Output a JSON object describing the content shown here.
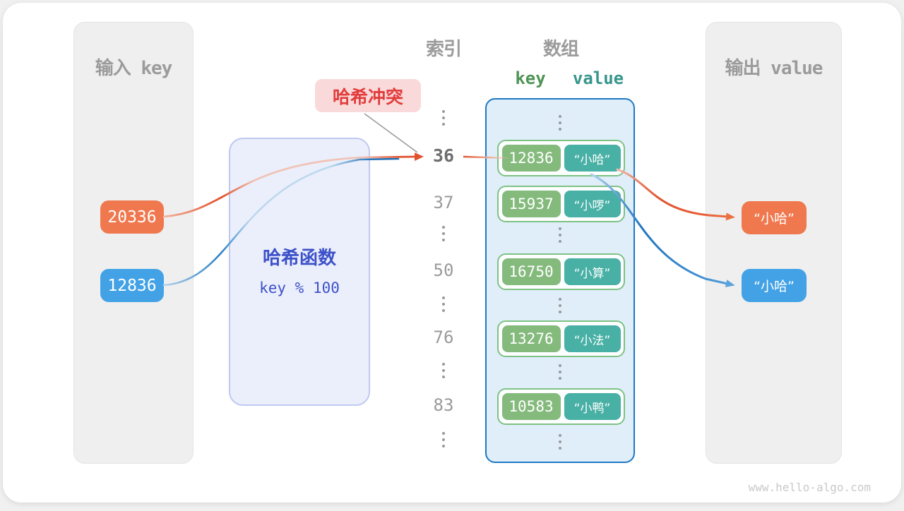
{
  "input_panel": {
    "title": "输入 key",
    "keys": [
      {
        "label": "20336",
        "color": "#f0784f"
      },
      {
        "label": "12836",
        "color": "#43a2e6"
      }
    ]
  },
  "hash_box": {
    "title": "哈希函数",
    "formula": "key % 100"
  },
  "collision_label": {
    "text": "哈希冲突"
  },
  "headers": {
    "index": "索引",
    "array": "数组",
    "key": "key",
    "value": "value"
  },
  "index_column": {
    "values": [
      "36",
      "37",
      "50",
      "76",
      "83"
    ],
    "highlighted": "36"
  },
  "array_panel": {
    "pairs": [
      {
        "key": "12836",
        "value": "“小哈”"
      },
      {
        "key": "15937",
        "value": "“小啰”"
      },
      {
        "key": "16750",
        "value": "“小算”"
      },
      {
        "key": "13276",
        "value": "“小法”"
      },
      {
        "key": "10583",
        "value": "“小鸭”"
      }
    ]
  },
  "output_panel": {
    "title": "输出 value",
    "values": [
      {
        "label": "“小哈”",
        "color": "#f0784f"
      },
      {
        "label": "“小哈”",
        "color": "#43a2e6"
      }
    ]
  },
  "watermark": {
    "text": "www.hello-algo.com"
  },
  "colors": {
    "orange_chip": "#f0784f",
    "blue_chip": "#43a2e6",
    "orange_line": "#e0512d",
    "blue_line": "#1f73bb",
    "key_green": "#85ba7d",
    "value_teal": "#48b0a5",
    "pair_border": "#7dc283",
    "array_border": "#1e78c2",
    "array_bg": "#deedfa",
    "hash_text": "#3d51c9",
    "hash_bg": "#e9edfb",
    "collision_bg": "#f9d9d9",
    "collision_text": "#e23c3c",
    "gray_text": "#9b9b9b"
  }
}
